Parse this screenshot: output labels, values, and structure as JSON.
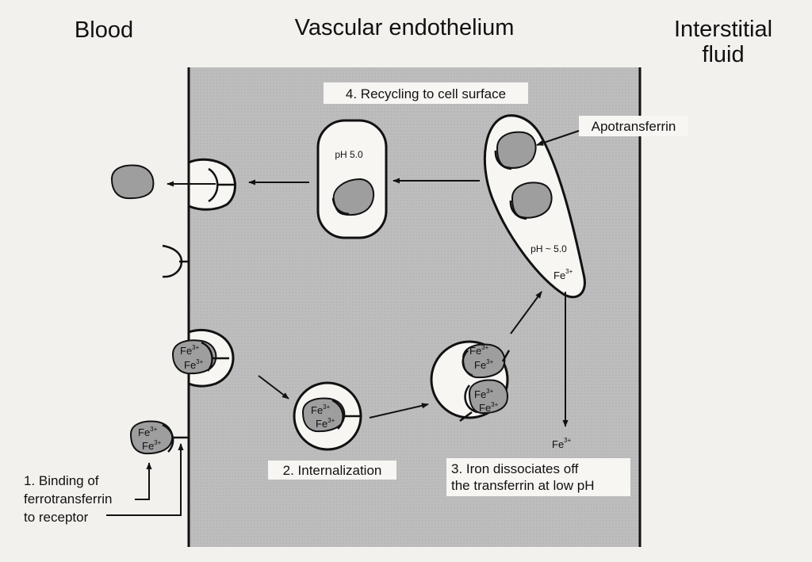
{
  "headers": {
    "blood": "Blood",
    "endothelium": "Vascular endothelium",
    "interstitial_line1": "Interstitial",
    "interstitial_line2": "fluid"
  },
  "steps": {
    "step1_line1": "1. Binding of",
    "step1_line2": "ferrotransferrin",
    "step1_line3": "to receptor",
    "step2": "2. Internalization",
    "step3_line1": "3. Iron dissociates off",
    "step3_line2": "the transferrin at low pH",
    "step4": "4. Recycling to cell surface"
  },
  "labels": {
    "apotransferrin": "Apotransferrin",
    "ph_recycling": "pH 5.0",
    "ph_endosome": "pH ~ 5.0",
    "fe_symbol": "Fe",
    "fe_charge": "3+"
  },
  "colors": {
    "cell_fill": "#b9b9b9",
    "protein_fill": "#9e9e9e",
    "vesicle_fill": "#f7f6f3",
    "background": "#f3f1ed",
    "line": "#111111"
  }
}
